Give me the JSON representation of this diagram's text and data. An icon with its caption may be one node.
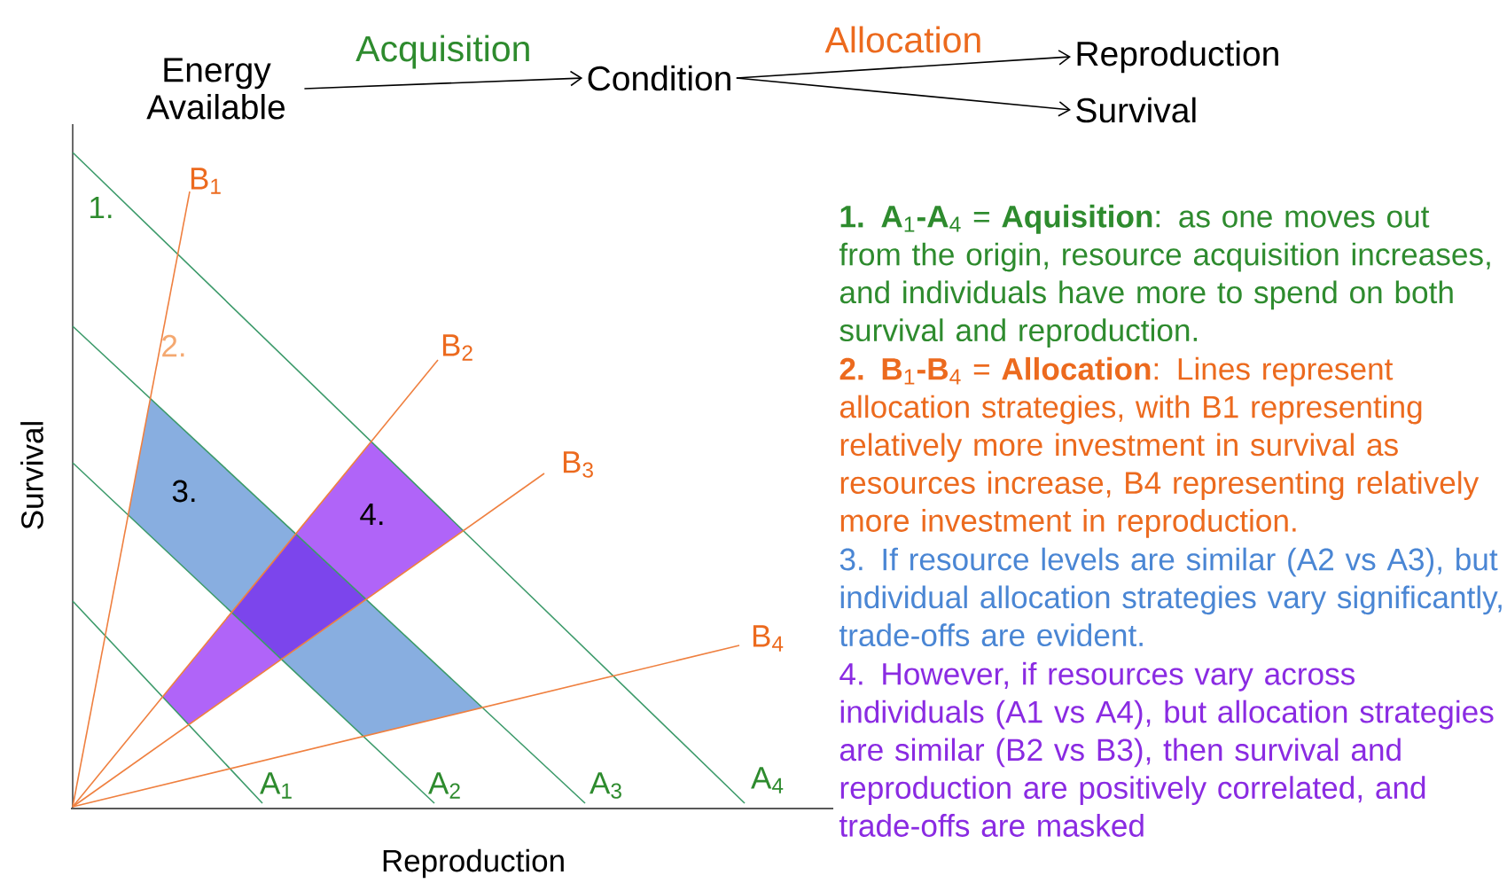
{
  "diagram": {
    "nodes": [
      {
        "text": [
          "Energy Available"
        ]
      },
      {
        "text": [
          "Condition"
        ]
      },
      {
        "text": [
          "Reproduction"
        ]
      },
      {
        "text": [
          "Survival"
        ]
      }
    ],
    "edges": [
      {
        "from": 0,
        "to": 1,
        "arrow": "to",
        "label": "Acquisition"
      },
      {
        "from": 1,
        "to": 2,
        "arrow": "to",
        "label": "Allocation"
      },
      {
        "from": 1,
        "to": 3,
        "arrow": "to"
      }
    ],
    "labels": [
      "Survival",
      "Reproduction",
      "1.",
      "2.",
      "3.",
      "4.",
      "B$_{1}$",
      "B$_{2}$",
      "B$_{3}$",
      "B$_{4}$",
      "A$_{1}$",
      "A$_{2}$",
      "A$_{3}$",
      "A$_{4}$",
      "**1.  A**$_{1}$**-A**$_{4}$ = **Aquisition**: as one moves out from the origin, resource acquisition increases, and individuals have more to spend on both survival and reproduction.",
      "**2.  B**$_{1}$**-B**$_{4}$ = **Allocation**: Lines represent allocation strategies, with B1 representing relatively  more investment in survival as resources increase, B4 representing relatively more investment in reproduction.",
      "3.  If resource levels are similar (A2 vs A3), but individual allocation strategies vary significantly, trade-offs are evident.",
      "4.  However, if resources vary across individuals (A1 vs A4), but allocation strategies are similar (B2 vs B3), then survival and reproduction are positively correlated, and trade-offs are masked"
    ]
  }
}
